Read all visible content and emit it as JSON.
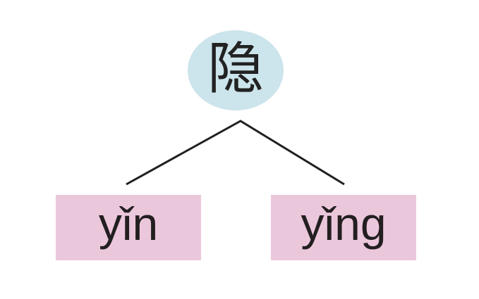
{
  "root": {
    "character": "隐"
  },
  "readings": [
    {
      "pinyin": "yǐn"
    },
    {
      "pinyin": "yǐng"
    }
  ],
  "colors": {
    "root_fill": "#cce4eb",
    "leaf_fill": "#ebc7dc",
    "line": "#231f20",
    "text": "#231f20"
  }
}
